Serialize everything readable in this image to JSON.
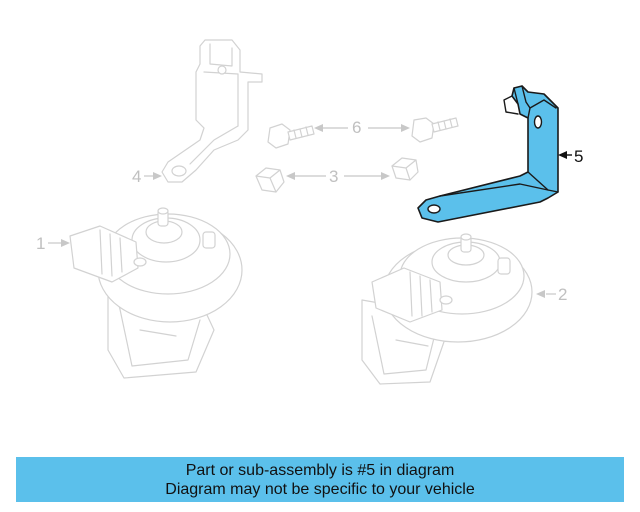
{
  "callouts": {
    "c1": "1",
    "c2": "2",
    "c3": "3",
    "c4": "4",
    "c5": "5",
    "c6": "6"
  },
  "banner": {
    "line1": "Part or sub-assembly is #5 in diagram",
    "line2": "Diagram may not be specific to your vehicle"
  },
  "colors": {
    "highlight": "#5bc0eb",
    "ghost_line": "#d2d2d2",
    "callout_ghost": "#c0c0c0"
  }
}
